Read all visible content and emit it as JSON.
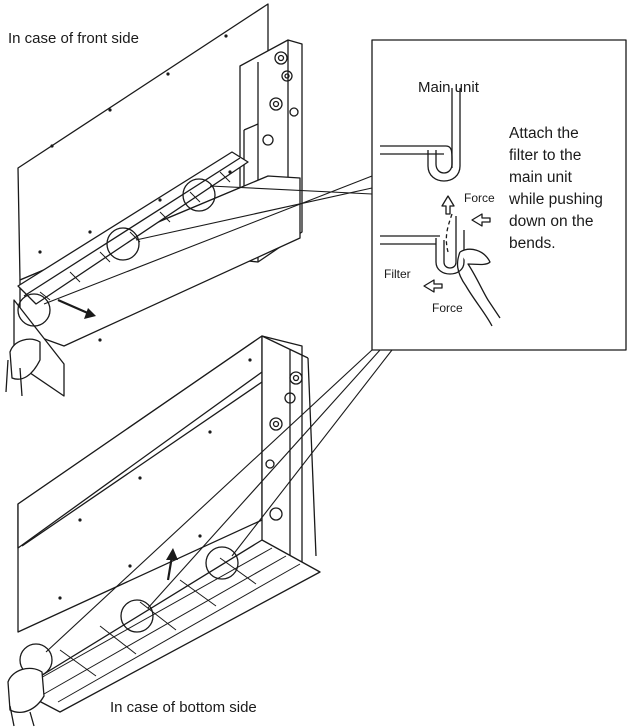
{
  "captions": {
    "front": "In case of front side",
    "bottom": "In case of bottom side"
  },
  "detail": {
    "main_unit": "Main unit",
    "filter": "Filter",
    "force_right": "Force",
    "force_bottom": "Force",
    "instruction_lines": [
      "Attach the",
      "filter to the",
      "main unit",
      "while pushing",
      "down on the",
      "bends."
    ]
  },
  "colors": {
    "line": "#1a1a1a",
    "panel": "#ffffff",
    "shading": "#9a9a9a"
  }
}
